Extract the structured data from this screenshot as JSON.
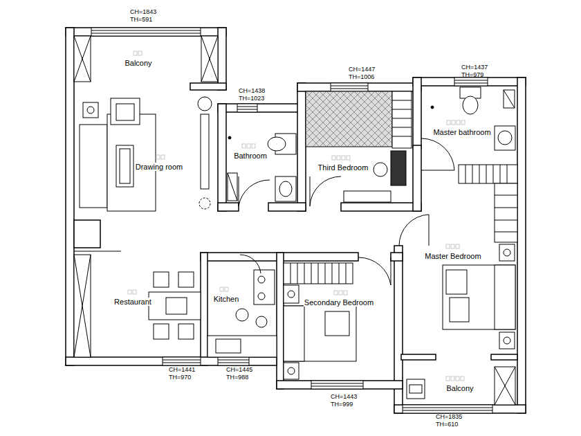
{
  "diagram": {
    "labels": [
      "CH=1843",
      "TH=591",
      "Balcony",
      "Drawing room",
      "CH=1438",
      "TH=1023",
      "Bathroom",
      "CH=1447",
      "TH=1006",
      "Third Bedroom",
      "CH=1437",
      "TH=979",
      "Master bathroom",
      "Master Bedroom",
      "Restaurant",
      "Kitchen",
      "Secondary Bedroom",
      "CH=1441",
      "TH=970",
      "CH=1445",
      "TH=988",
      "CH=1443",
      "TH=999",
      "CH=1835",
      "TH=610",
      "Balcony"
    ]
  }
}
